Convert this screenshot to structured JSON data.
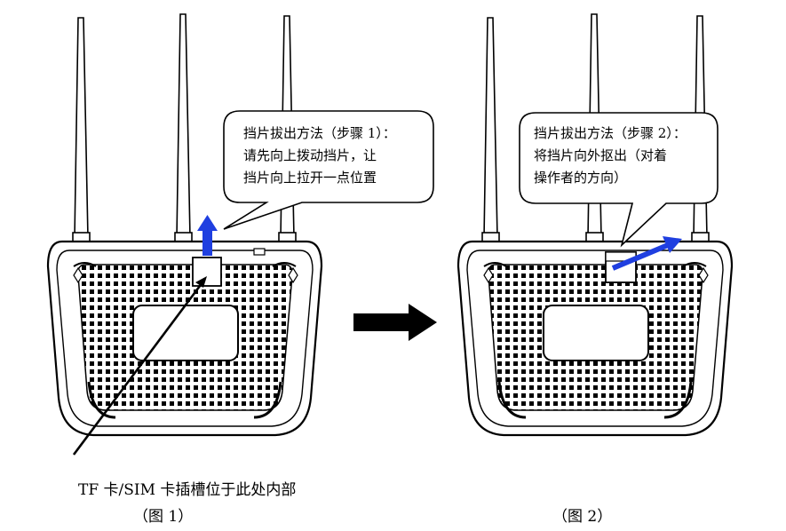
{
  "figure1": {
    "bubble": {
      "lines": [
        "挡片拔出方法（步骤 1）：",
        "请先向上拨动挡片，让",
        "挡片向上拉开一点位置"
      ]
    },
    "slot_label": "TF 卡/SIM 卡插槽位于此处内部",
    "caption": "（图 1）"
  },
  "figure2": {
    "bubble": {
      "lines": [
        "挡片拔出方法（步骤 2）：",
        "将挡片向外抠出（对着",
        "操作者的方向）"
      ]
    },
    "caption": "（图 2）"
  },
  "colors": {
    "arrow_blue": "#1f3fe0",
    "line": "#000000",
    "background": "#ffffff"
  }
}
